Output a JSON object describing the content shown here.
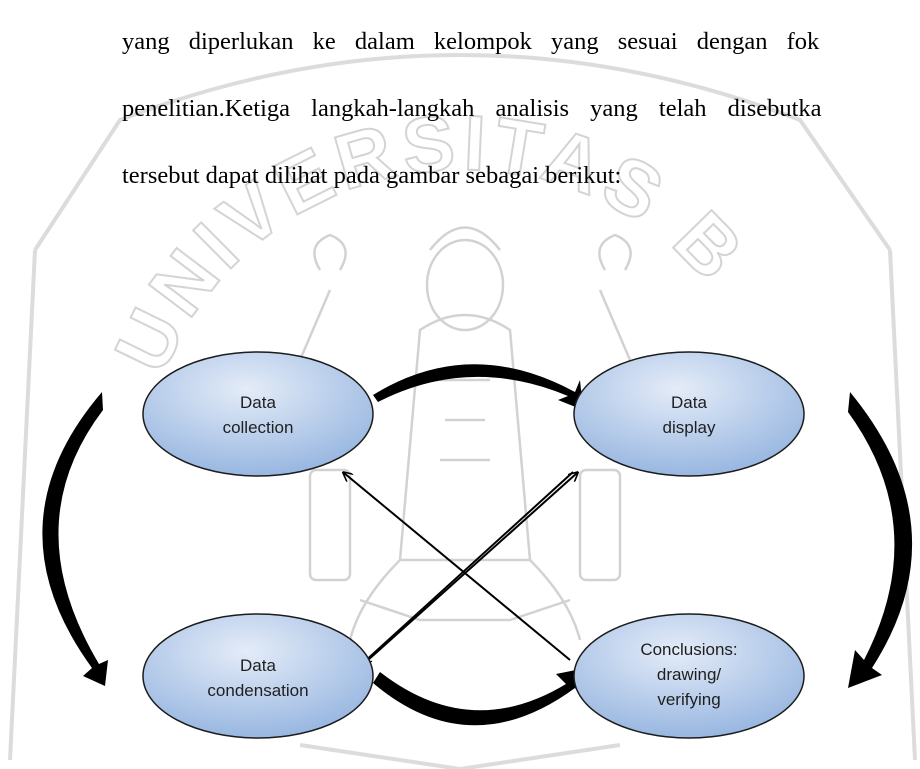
{
  "paragraph": {
    "lines": [
      "yang diperlukan ke dalam kelompok yang sesuai dengan fok",
      "penelitian.Ketiga langkah-langkah analisis yang telah disebutka",
      "tersebut dapat dilihat pada gambar sebagai berikut:"
    ]
  },
  "watermark": {
    "text": "UNIVERSITAS BRAWIJAYA"
  },
  "diagram": {
    "nodes": {
      "collection": [
        "Data",
        "collection"
      ],
      "display": [
        "Data",
        "display"
      ],
      "condensation": [
        "Data",
        "condensation"
      ],
      "conclusions": [
        "Conclusions:",
        "drawing/",
        "verifying"
      ]
    }
  },
  "colors": {
    "node_fill_light": "#dce7f6",
    "node_fill_dark": "#8fb0de",
    "node_stroke": "#1c1c1c",
    "watermark": "#cfcfcf",
    "arrow": "#000000"
  }
}
